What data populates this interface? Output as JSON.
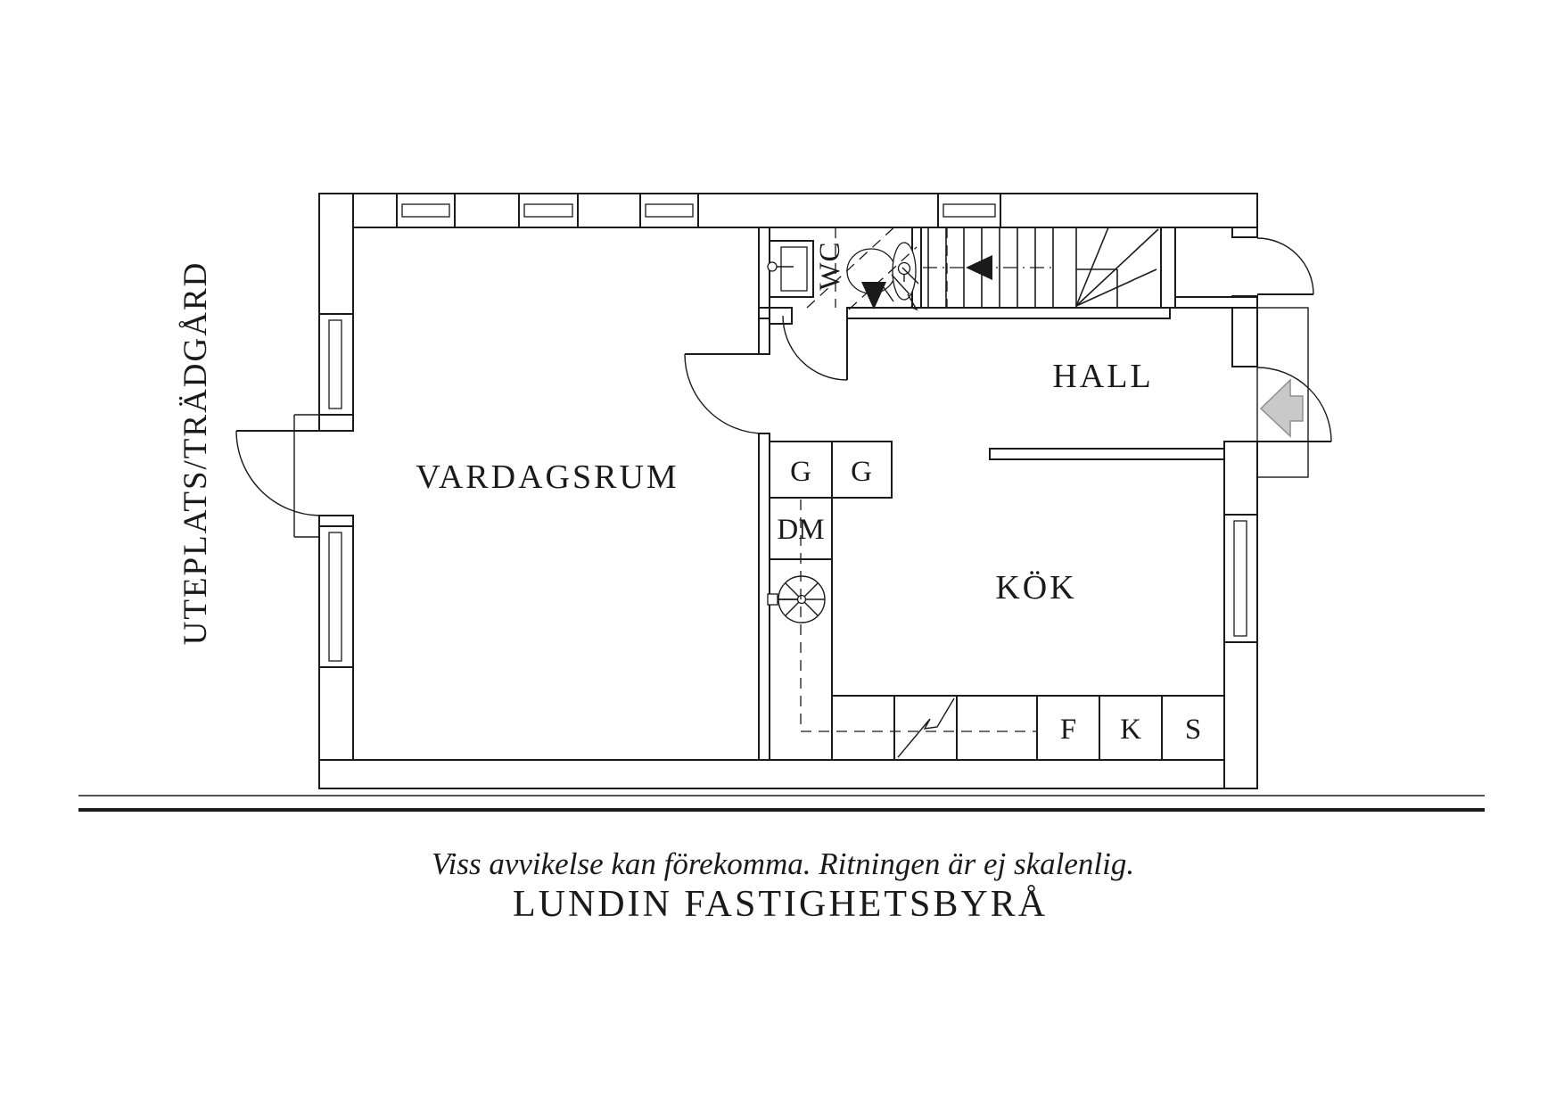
{
  "labels": {
    "vardagsrum": "VARDAGSRUM",
    "hall": "HALL",
    "kok": "KÖK",
    "wc": "WC",
    "wardrobe1": "G",
    "wardrobe2": "G",
    "dishwasher": "DM",
    "freezer": "F",
    "fridge": "K",
    "pantry": "S",
    "outside": "UTEPLATS/TRÄDGÅRD"
  },
  "footer": {
    "disclaimer": "Viss avvikelse kan förekomma. Ritningen är ej skalenlig.",
    "brand": "LUNDIN FASTIGHETSBYRÅ"
  },
  "colors": {
    "line": "#1a1a1a",
    "arrow_fill": "#c9c9c9",
    "arrow_stroke": "#8f8f8f",
    "background": "#ffffff"
  }
}
